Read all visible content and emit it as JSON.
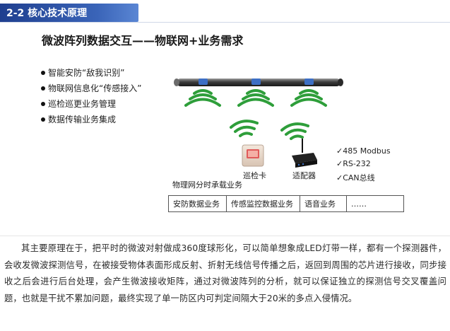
{
  "header": {
    "title": "2-2 核心技术原理"
  },
  "slide": {
    "title": "微波阵列数据交互——物联网+业务需求",
    "bullets": [
      "智能安防“敌我识别”",
      "物联网信息化“传感接入”",
      "巡检巡更业务管理",
      "数据传输业务集成"
    ],
    "device_labels": {
      "patrol_card": "巡检卡",
      "adapter": "适配器"
    },
    "protocols": [
      "✓485 Modbus",
      "✓RS-232",
      "✓CAN总线"
    ],
    "business_label": "物理网分时承载业务",
    "business_table": [
      "安防数据业务",
      "传感监控数据业务",
      "语音业务",
      "……"
    ],
    "colors": {
      "header_blue": "#2a4fa3",
      "wave_green": "#2e9e3a",
      "cable": "#4a4a4a"
    }
  },
  "paragraph": "其主要原理在于，把平时的微波对射做成360度球形化，可以简单想象成LED灯带一样，都有一个探测器件，会收发微波探测信号，在被接受物体表面形成反射、折射无线信号传播之后，返回到周围的芯片进行接收，同步接收之后会进行后台处理，会产生微波接收矩阵，通过对微波阵列的分析，就可以保证独立的探测信号交叉覆盖问题，也就是干扰不累加问题，最终实现了单一防区内可判定间隔大于20米的多点入侵情况。"
}
